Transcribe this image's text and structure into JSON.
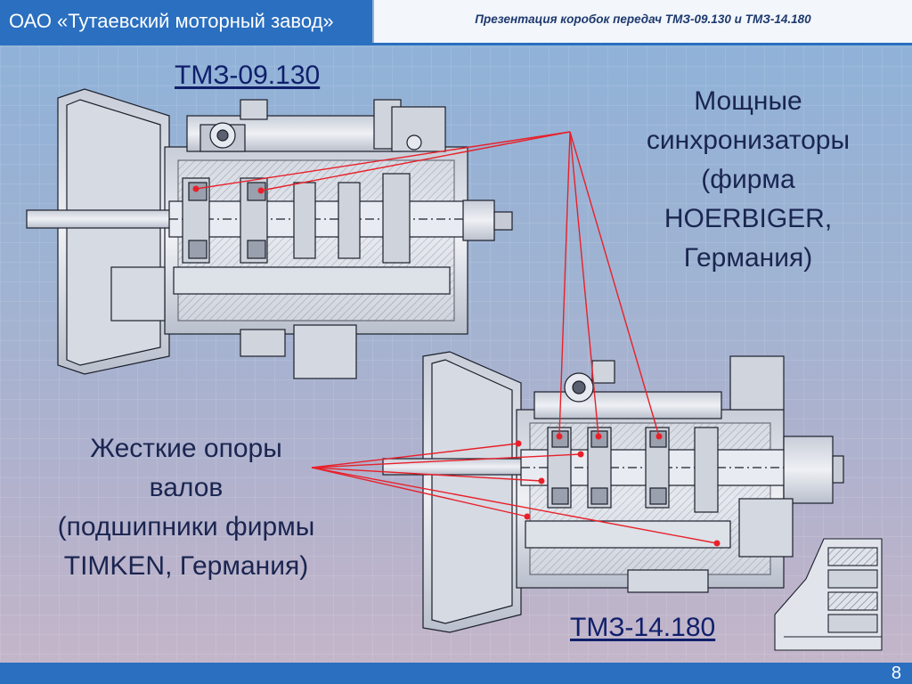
{
  "header": {
    "company": "ОАО «Тутаевский моторный завод»",
    "subtitle": "Презентация коробок передач ТМЗ-09.130 и ТМЗ-14.180"
  },
  "models": {
    "top": "ТМЗ-09.130",
    "bottom": "ТМЗ-14.180"
  },
  "synchronizers_text": [
    "Мощные",
    "синхронизаторы",
    "(фирма",
    "HOERBIGER,",
    "Германия)"
  ],
  "bearings_text": [
    "Жесткие опоры",
    "валов",
    "(подшипники фирмы",
    "TIMKEN, Германия)"
  ],
  "page_number": "8",
  "colors": {
    "accent": "#2a6fc0",
    "pointer": "#e8202a",
    "text": "#1a2550"
  }
}
